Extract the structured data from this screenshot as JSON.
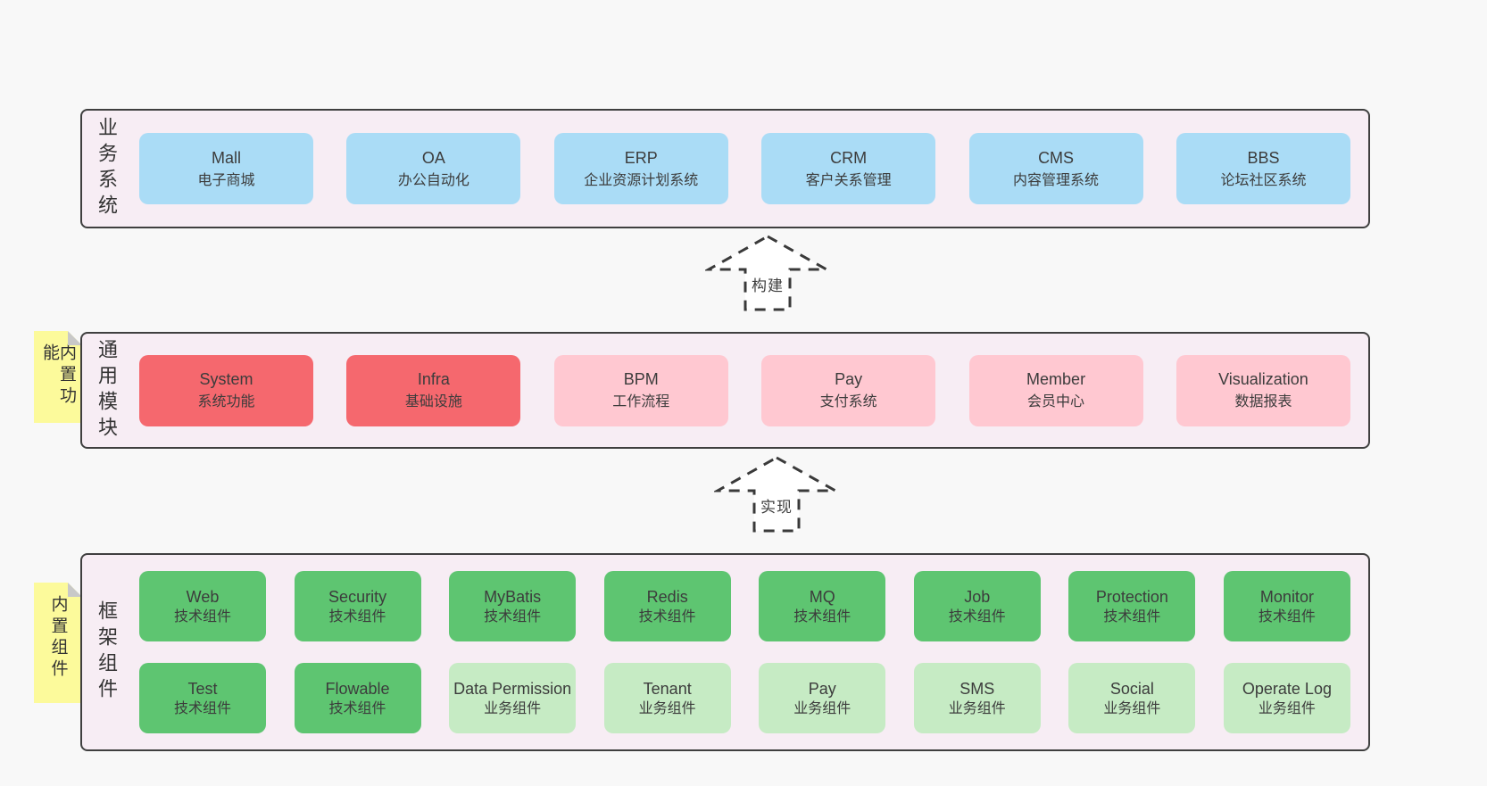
{
  "canvas": {
    "background": "#f8f8f8"
  },
  "colors": {
    "container_bg": "#f7edf4",
    "container_border": "#3f3f3f",
    "blue": "#aadcf6",
    "red": "#f5686e",
    "pink": "#ffc8d1",
    "green": "#5ec571",
    "light_green": "#c6ebc4",
    "sticky_yellow": "#fcfa9b",
    "fold_gray": "#c8c8c8",
    "arrow_stroke": "#3a3a3a",
    "text": "#3c3c3c"
  },
  "arrows": [
    {
      "label": "构建"
    },
    {
      "label": "实现"
    }
  ],
  "rows": [
    {
      "label": "业务系统",
      "boxes": [
        {
          "en": "Mall",
          "zh": "电子商城",
          "variant": "blue"
        },
        {
          "en": "OA",
          "zh": "办公自动化",
          "variant": "blue"
        },
        {
          "en": "ERP",
          "zh": "企业资源计划系统",
          "variant": "blue"
        },
        {
          "en": "CRM",
          "zh": "客户关系管理",
          "variant": "blue"
        },
        {
          "en": "CMS",
          "zh": "内容管理系统",
          "variant": "blue"
        },
        {
          "en": "BBS",
          "zh": "论坛社区系统",
          "variant": "blue"
        }
      ]
    },
    {
      "label": "通用模块",
      "sticky": "内置功能",
      "boxes": [
        {
          "en": "System",
          "zh": "系统功能",
          "variant": "red"
        },
        {
          "en": "Infra",
          "zh": "基础设施",
          "variant": "red"
        },
        {
          "en": "BPM",
          "zh": "工作流程",
          "variant": "pink"
        },
        {
          "en": "Pay",
          "zh": "支付系统",
          "variant": "pink"
        },
        {
          "en": "Member",
          "zh": "会员中心",
          "variant": "pink"
        },
        {
          "en": "Visualization",
          "zh": "数据报表",
          "variant": "pink"
        }
      ]
    },
    {
      "label": "框架组件",
      "sticky": "内置组件",
      "box_rows": [
        [
          {
            "en": "Web",
            "zh": "技术组件",
            "variant": "green"
          },
          {
            "en": "Security",
            "zh": "技术组件",
            "variant": "green"
          },
          {
            "en": "MyBatis",
            "zh": "技术组件",
            "variant": "green"
          },
          {
            "en": "Redis",
            "zh": "技术组件",
            "variant": "green"
          },
          {
            "en": "MQ",
            "zh": "技术组件",
            "variant": "green"
          },
          {
            "en": "Job",
            "zh": "技术组件",
            "variant": "green"
          },
          {
            "en": "Protection",
            "zh": "技术组件",
            "variant": "green"
          },
          {
            "en": "Monitor",
            "zh": "技术组件",
            "variant": "green"
          }
        ],
        [
          {
            "en": "Test",
            "zh": "技术组件",
            "variant": "green"
          },
          {
            "en": "Flowable",
            "zh": "技术组件",
            "variant": "green"
          },
          {
            "en": "Data Permission",
            "zh": "业务组件",
            "variant": "lightgreen"
          },
          {
            "en": "Tenant",
            "zh": "业务组件",
            "variant": "lightgreen"
          },
          {
            "en": "Pay",
            "zh": "业务组件",
            "variant": "lightgreen"
          },
          {
            "en": "SMS",
            "zh": "业务组件",
            "variant": "lightgreen"
          },
          {
            "en": "Social",
            "zh": "业务组件",
            "variant": "lightgreen"
          },
          {
            "en": "Operate Log",
            "zh": "业务组件",
            "variant": "lightgreen"
          }
        ]
      ]
    }
  ]
}
